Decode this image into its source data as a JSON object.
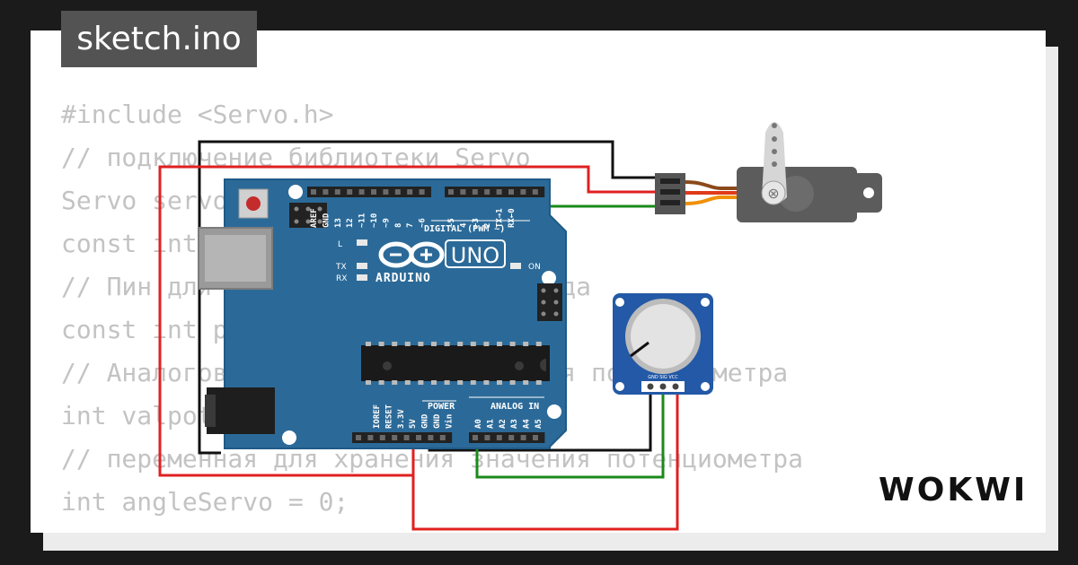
{
  "header": {
    "filename": "sketch.ino"
  },
  "code": {
    "lines": [
      "#include <Servo.h>",
      "// подключение библиотеки Servo",
      "Servo servo1;",
      "const int servoPin = 9;",
      "// Пин для подключения сервопривода",
      "const int potPin = A0;",
      "// Аналоговый вход для подключения потенциометра",
      "int valpot = 0;",
      "// переменная для хранения значения потенциометра",
      "int angleServo = 0;",
      "//"
    ]
  },
  "board": {
    "model": "UNO",
    "brand": "ARDUINO",
    "section_digital": "DIGITAL (PWM ~)",
    "section_power": "POWER",
    "section_analog": "ANALOG IN",
    "led_l": "L",
    "led_tx": "TX",
    "led_rx": "RX",
    "led_on": "ON",
    "digital_pins": [
      "AREF",
      "GND",
      "13",
      "12",
      "~11",
      "~10",
      "~9",
      "8",
      "7",
      "~6",
      "~5",
      "4",
      "~3",
      "2",
      "TX→1",
      "RX←0"
    ],
    "power_pins": [
      "IOREF",
      "RESET",
      "3.3V",
      "5V",
      "GND",
      "GND",
      "Vin"
    ],
    "analog_pins": [
      "A0",
      "A1",
      "A2",
      "A3",
      "A4",
      "A5"
    ]
  },
  "potentiometer": {
    "pins_label": "GND SIG VCC"
  },
  "brand": {
    "logo": "WOKWI"
  },
  "colors": {
    "background": "#1b1b1b",
    "board_blue": "#2b6a98",
    "wire_red": "#e02020",
    "wire_black": "#111111",
    "wire_green": "#1a8a1a",
    "servo_body": "#5c5c5c",
    "code_text": "#c3c3c3"
  }
}
